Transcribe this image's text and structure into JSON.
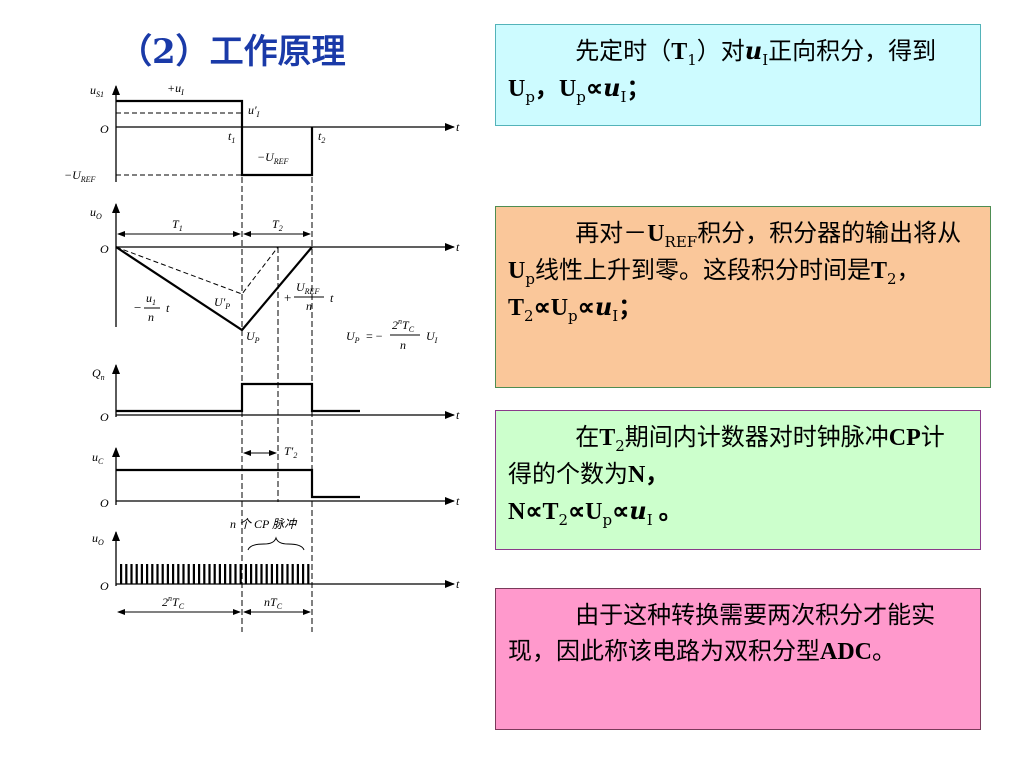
{
  "title": "（2）工作原理",
  "diagram": {
    "labels": {
      "us1": "u",
      "us1_sub": "S1",
      "plus_ui": "+u",
      "plus_ui_sub": "I",
      "ui_prime": "u′",
      "ui_prime_sub": "I",
      "origin": "O",
      "t": "t",
      "t1": "t",
      "t1_sub": "1",
      "t2": "t",
      "t2_sub": "2",
      "neg_uref_axis": "−U",
      "neg_uref_axis_sub": "REF",
      "neg_uref_level": "−U",
      "neg_uref_level_sub": "REF",
      "uo": "u",
      "uo_sub": "O",
      "T1": "T",
      "T1_sub": "1",
      "T2": "T",
      "T2_sub": "2",
      "minus_ui_over_n": "−",
      "frac_ui_num": "u",
      "frac_ui_num_sub": "1",
      "frac_n": "n",
      "up_prime": "U′",
      "up_prime_sub": "P",
      "up": "U",
      "up_sub": "P",
      "plus_sign": "+",
      "frac_uref_num": "U",
      "frac_uref_num_sub": "REF",
      "formula_lhs": "U",
      "formula_lhs_sub": "P",
      "formula_eq": "= −",
      "formula_num": "2",
      "formula_num_sup": "n",
      "formula_num_tc": "T",
      "formula_num_tc_sub": "C",
      "formula_ui": "U",
      "formula_ui_sub": "I",
      "qn": "Q",
      "qn_sub": "n",
      "uc": "u",
      "uc_sub": "C",
      "t2_prime": "T′",
      "t2_prime_sub": "2",
      "n_cp_pulse": "n 个 CP 脉冲",
      "uo2": "u",
      "uo2_sub": "O",
      "two_n_tc": "2",
      "two_n_tc_sup": "n",
      "two_n_tc_t": "T",
      "two_n_tc_sub": "C",
      "n_tc": "nT",
      "n_tc_sub": "C"
    }
  },
  "boxes": [
    {
      "parts": [
        {
          "t": "先定时（"
        },
        {
          "t": "T",
          "c": "lat"
        },
        {
          "t": "1",
          "sub": true
        },
        {
          "t": "）对"
        },
        {
          "t": "u",
          "c": "it"
        },
        {
          "t": "I",
          "sub": true
        },
        {
          "t": "正向积分，得到"
        },
        {
          "t": "U",
          "c": "lat"
        },
        {
          "t": "p",
          "sub": true
        },
        {
          "t": "，",
          "c": "lat"
        },
        {
          "t": "U",
          "c": "lat"
        },
        {
          "t": "p",
          "sub": true
        },
        {
          "t": "∝",
          "c": "lat"
        },
        {
          "t": "u",
          "c": "it"
        },
        {
          "t": "I",
          "sub": true
        },
        {
          "t": "；",
          "c": "lat"
        }
      ]
    },
    {
      "parts": [
        {
          "t": "再对－"
        },
        {
          "t": "U",
          "c": "lat"
        },
        {
          "t": "REF",
          "sub": true
        },
        {
          "t": "积分，积分器的输出将从"
        },
        {
          "t": "U",
          "c": "lat"
        },
        {
          "t": "p",
          "sub": true
        },
        {
          "t": "线性上升到零。这段积分时间是"
        },
        {
          "t": "T",
          "c": "lat"
        },
        {
          "t": "2",
          "sub": true
        },
        {
          "t": "，"
        },
        {
          "t": "T",
          "c": "lat"
        },
        {
          "t": "2",
          "sub": true
        },
        {
          "t": "∝U",
          "c": "lat"
        },
        {
          "t": "p",
          "sub": true
        },
        {
          "t": "∝",
          "c": "lat"
        },
        {
          "t": "u",
          "c": "it"
        },
        {
          "t": "I",
          "sub": true
        },
        {
          "t": "；",
          "c": "lat"
        }
      ]
    },
    {
      "parts": [
        {
          "t": "在"
        },
        {
          "t": "T",
          "c": "lat"
        },
        {
          "t": "2",
          "sub": true
        },
        {
          "t": "期间内计数器对时钟脉冲"
        },
        {
          "t": "CP",
          "c": "lat"
        },
        {
          "t": "计得的个数为"
        },
        {
          "t": "N",
          "c": "lat"
        },
        {
          "t": "，",
          "c": "lat"
        },
        {
          "br": true
        },
        {
          "t": "N∝T",
          "c": "lat"
        },
        {
          "t": "2",
          "sub": true
        },
        {
          "t": "∝U",
          "c": "lat"
        },
        {
          "t": "p",
          "sub": true
        },
        {
          "t": "∝",
          "c": "lat"
        },
        {
          "t": "u",
          "c": "it"
        },
        {
          "t": "I",
          "sub": true
        },
        {
          "t": " 。",
          "c": "lat"
        }
      ]
    },
    {
      "parts": [
        {
          "t": "由于这种转换需要两次积分才能实现，因此称该电路为双积分型"
        },
        {
          "t": "ADC",
          "c": "lat"
        },
        {
          "t": "。"
        }
      ]
    }
  ],
  "colors": {
    "title": "#1a3aa8",
    "box1_bg": "#cdfbff",
    "box2_bg": "#fac79a",
    "box3_bg": "#ccffcc",
    "box4_bg": "#ff99cc"
  }
}
